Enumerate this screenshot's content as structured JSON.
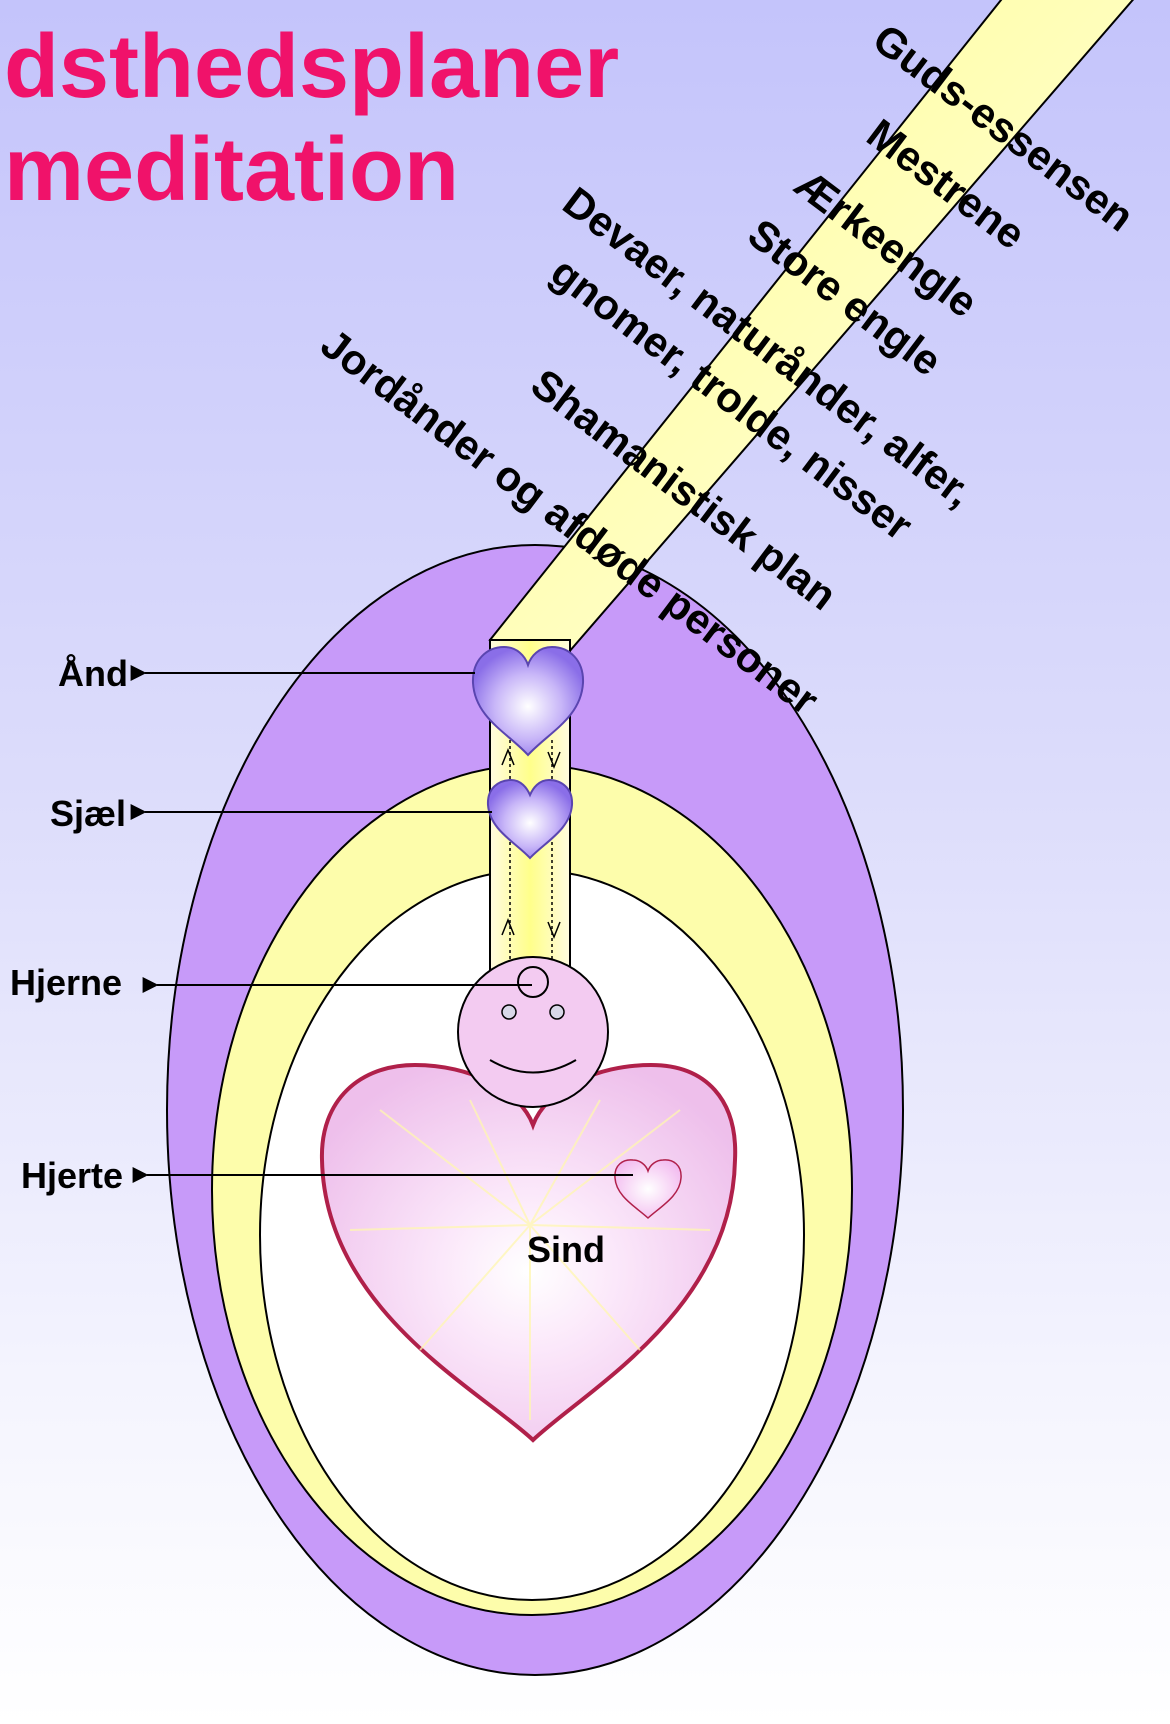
{
  "title": {
    "line1": "dsthedsplaner",
    "line2": "meditation"
  },
  "planes": [
    "Guds-essensen",
    "Mestrene",
    "Ærkeengle",
    "Store engle",
    "Devaer, naturånder, alfer,",
    "gnomer, trolde, nisser",
    "Shamanistisk plan",
    "Jordånder og afdøde personer"
  ],
  "labels": {
    "and": "Ånd",
    "sjael": "Sjæl",
    "hjerne": "Hjerne",
    "hjerte": "Hjerte",
    "sind": "Sind"
  },
  "colors": {
    "title": "#f0126a",
    "outer_egg": "#c79af9",
    "middle_egg": "#fdfdab",
    "inner_egg": "#ffffff",
    "beam": "#ffff9a",
    "heart_small": "#9a7ff0",
    "head": "#f3cbf1",
    "big_heart": "#f6c8f2"
  },
  "icons": {
    "spirit_heart": "heart-icon",
    "soul_heart": "heart-icon",
    "head": "smiley-face-icon",
    "mind_heart": "heart-icon",
    "inner_heart": "heart-icon"
  }
}
